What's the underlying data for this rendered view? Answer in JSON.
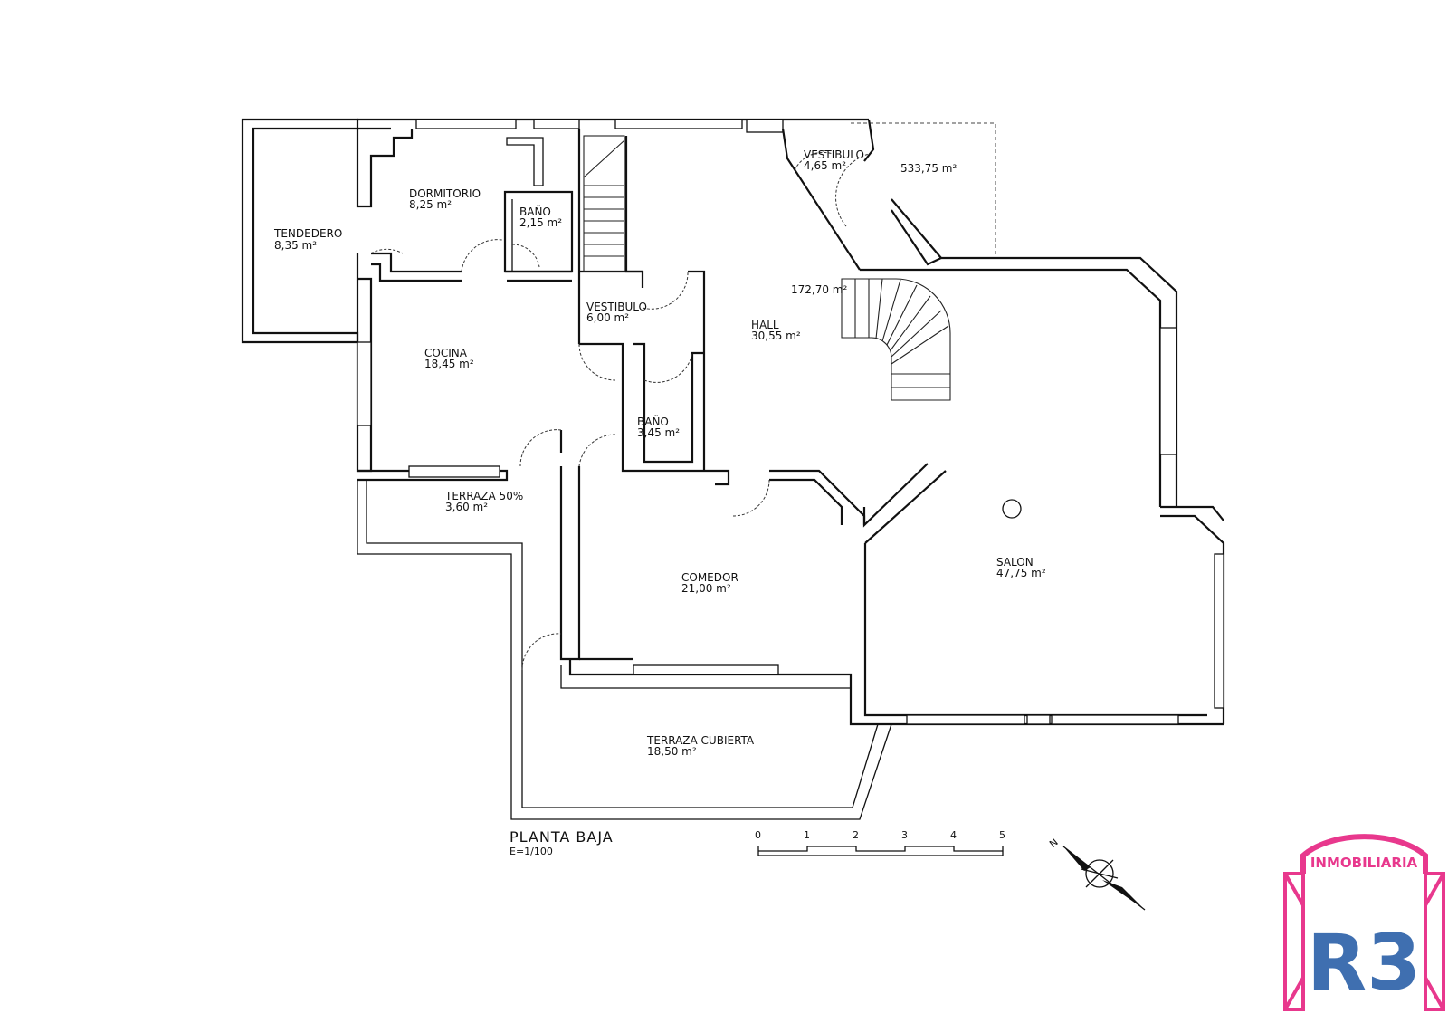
{
  "rooms": {
    "tendedero": {
      "name": "TENDEDERO",
      "area": "8,35 m²"
    },
    "dormitorio": {
      "name": "DORMITORIO",
      "area": "8,25 m²"
    },
    "bano1": {
      "name": "BAÑO",
      "area": "2,15 m²"
    },
    "vestibulo_top": {
      "name": "VESTIBULO",
      "area": "4,65 m²"
    },
    "vestibulo_mid": {
      "name": "VESTIBULO",
      "area": "6,00 m²"
    },
    "cocina": {
      "name": "COCINA",
      "area": "18,45 m²"
    },
    "hall": {
      "name": "HALL",
      "area": "30,55 m²"
    },
    "bano2": {
      "name": "BAÑO",
      "area": "3,45 m²"
    },
    "terraza50": {
      "name": "TERRAZA 50%",
      "area": "3,60 m²"
    },
    "comedor": {
      "name": "COMEDOR",
      "area": "21,00 m²"
    },
    "salon": {
      "name": "SALON",
      "area": "47,75 m²"
    },
    "terraza_cubierta": {
      "name": "TERRAZA CUBIERTA",
      "area": "18,50 m²"
    }
  },
  "totals": {
    "plot": "533,75 m²",
    "built": "172,70 m²"
  },
  "title": {
    "name": "PLANTA BAJA",
    "scale": "E=1/100"
  },
  "scale_bar": {
    "ticks": [
      "0",
      "1",
      "2",
      "3",
      "4",
      "5"
    ]
  },
  "compass": {
    "letter": "N"
  },
  "logo": {
    "company": "INMOBILIARIA",
    "mark": "R3",
    "pink": "#e8388d",
    "blue": "#3f6fb0"
  }
}
